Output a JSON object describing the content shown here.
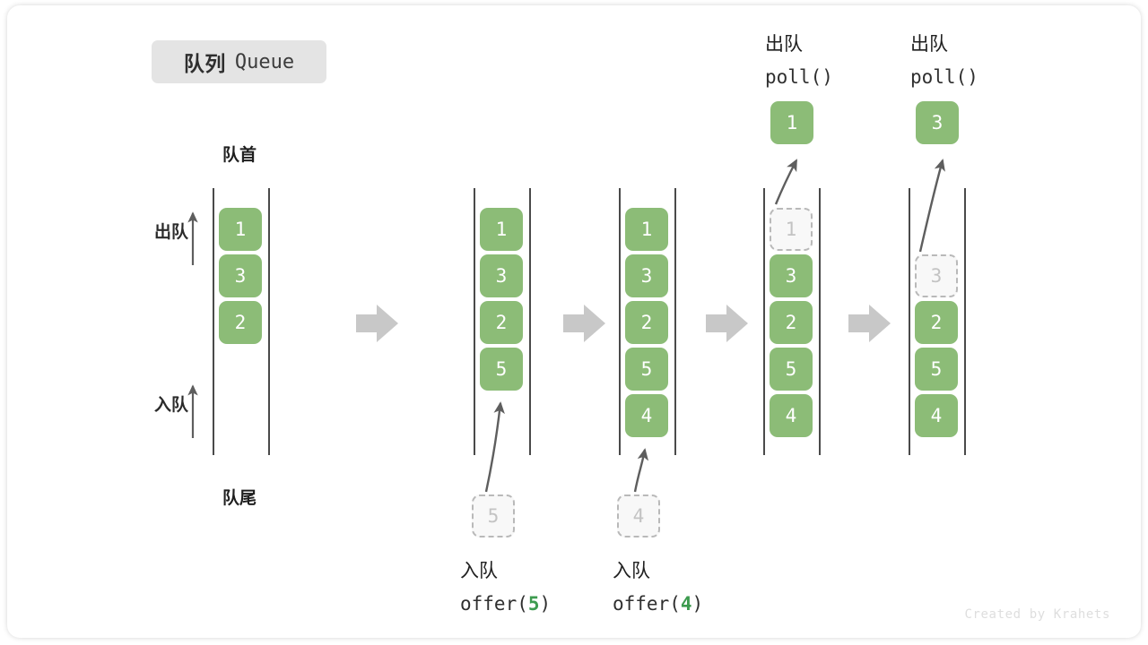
{
  "title": {
    "cn": "队列",
    "en": "Queue"
  },
  "labels": {
    "head": "队首",
    "tail": "队尾",
    "dequeue": "出队",
    "enqueue": "入队"
  },
  "watermark": "Created by Krahets",
  "colors": {
    "cell_fill": "#8cbc77",
    "cell_text": "#ffffff",
    "ghost_fill": "#f8f8f8",
    "ghost_border": "#b9b9b9",
    "ghost_text": "#c3c3c3",
    "rail": "#4a4a4a",
    "step_arrow": "#c8c8c8",
    "curve_arrow": "#5e5e5e",
    "code_arg": "#3d9b4f",
    "chip_bg": "#e4e4e4",
    "watermark": "#dedede"
  },
  "stages": [
    {
      "id": "initial",
      "cells": [
        "1",
        "3",
        "2"
      ],
      "ghost": null,
      "caption_cn": null,
      "caption_code": null,
      "popped": null
    },
    {
      "id": "offer-5",
      "cells": [
        "1",
        "3",
        "2",
        "5"
      ],
      "ghost": "5",
      "caption_cn": "入队",
      "caption_code_prefix": "offer(",
      "caption_code_arg": "5",
      "caption_code_suffix": ")",
      "popped": null
    },
    {
      "id": "offer-4",
      "cells": [
        "1",
        "3",
        "2",
        "5",
        "4"
      ],
      "ghost": "4",
      "caption_cn": "入队",
      "caption_code_prefix": "offer(",
      "caption_code_arg": "4",
      "caption_code_suffix": ")",
      "popped": null
    },
    {
      "id": "poll-1",
      "cells": [
        "3",
        "2",
        "5",
        "4"
      ],
      "ghost": "1",
      "caption_cn": "出队",
      "caption_code_prefix": "poll(",
      "caption_code_arg": "",
      "caption_code_suffix": ")",
      "popped": "1"
    },
    {
      "id": "poll-3",
      "cells": [
        "2",
        "5",
        "4"
      ],
      "ghost": "3",
      "caption_cn": "出队",
      "caption_code_prefix": "poll(",
      "caption_code_arg": "",
      "caption_code_suffix": ")",
      "popped": "3"
    }
  ]
}
